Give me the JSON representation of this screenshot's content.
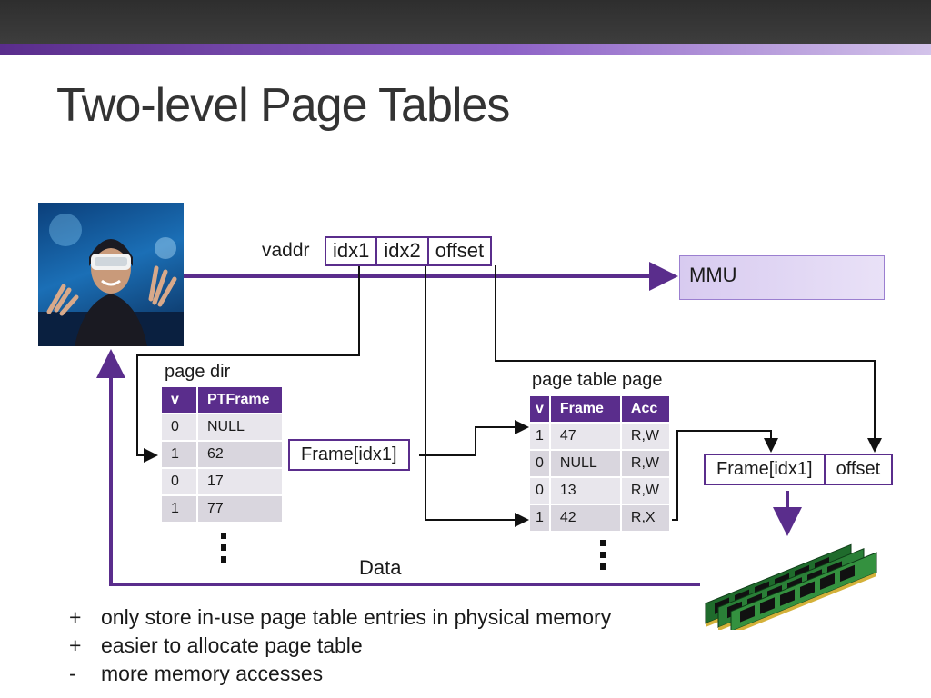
{
  "slide": {
    "title": "Two-level Page Tables"
  },
  "vaddr": {
    "label": "vaddr",
    "fields": [
      "idx1",
      "idx2",
      "offset"
    ]
  },
  "mmu": {
    "label": "MMU"
  },
  "page_dir": {
    "label": "page dir",
    "headers": [
      "v",
      "PTFrame"
    ],
    "rows": [
      [
        "0",
        "NULL"
      ],
      [
        "1",
        "62"
      ],
      [
        "0",
        "17"
      ],
      [
        "1",
        "77"
      ]
    ]
  },
  "frame_idx1_box": {
    "label": "Frame[idx1]"
  },
  "page_table_page": {
    "label": "page table page",
    "headers": [
      "v",
      "Frame",
      "Acc"
    ],
    "rows": [
      [
        "1",
        "47",
        "R,W"
      ],
      [
        "0",
        "NULL",
        "R,W"
      ],
      [
        "0",
        "13",
        "R,W"
      ],
      [
        "1",
        "42",
        "R,X"
      ]
    ]
  },
  "physical_address": {
    "fields": [
      "Frame[idx1]",
      "offset"
    ]
  },
  "data_label": "Data",
  "bullets": [
    {
      "mark": "+",
      "text": "only store in-use page table entries in physical memory"
    },
    {
      "mark": "+",
      "text": "easier to allocate page table"
    },
    {
      "mark": "-",
      "text": "more memory accesses"
    }
  ],
  "colors": {
    "accent": "#5a2d8c",
    "header_bar": "#333333"
  },
  "icons": {
    "photo": "person-vr-headset-photo",
    "memory": "ram-modules-image"
  }
}
